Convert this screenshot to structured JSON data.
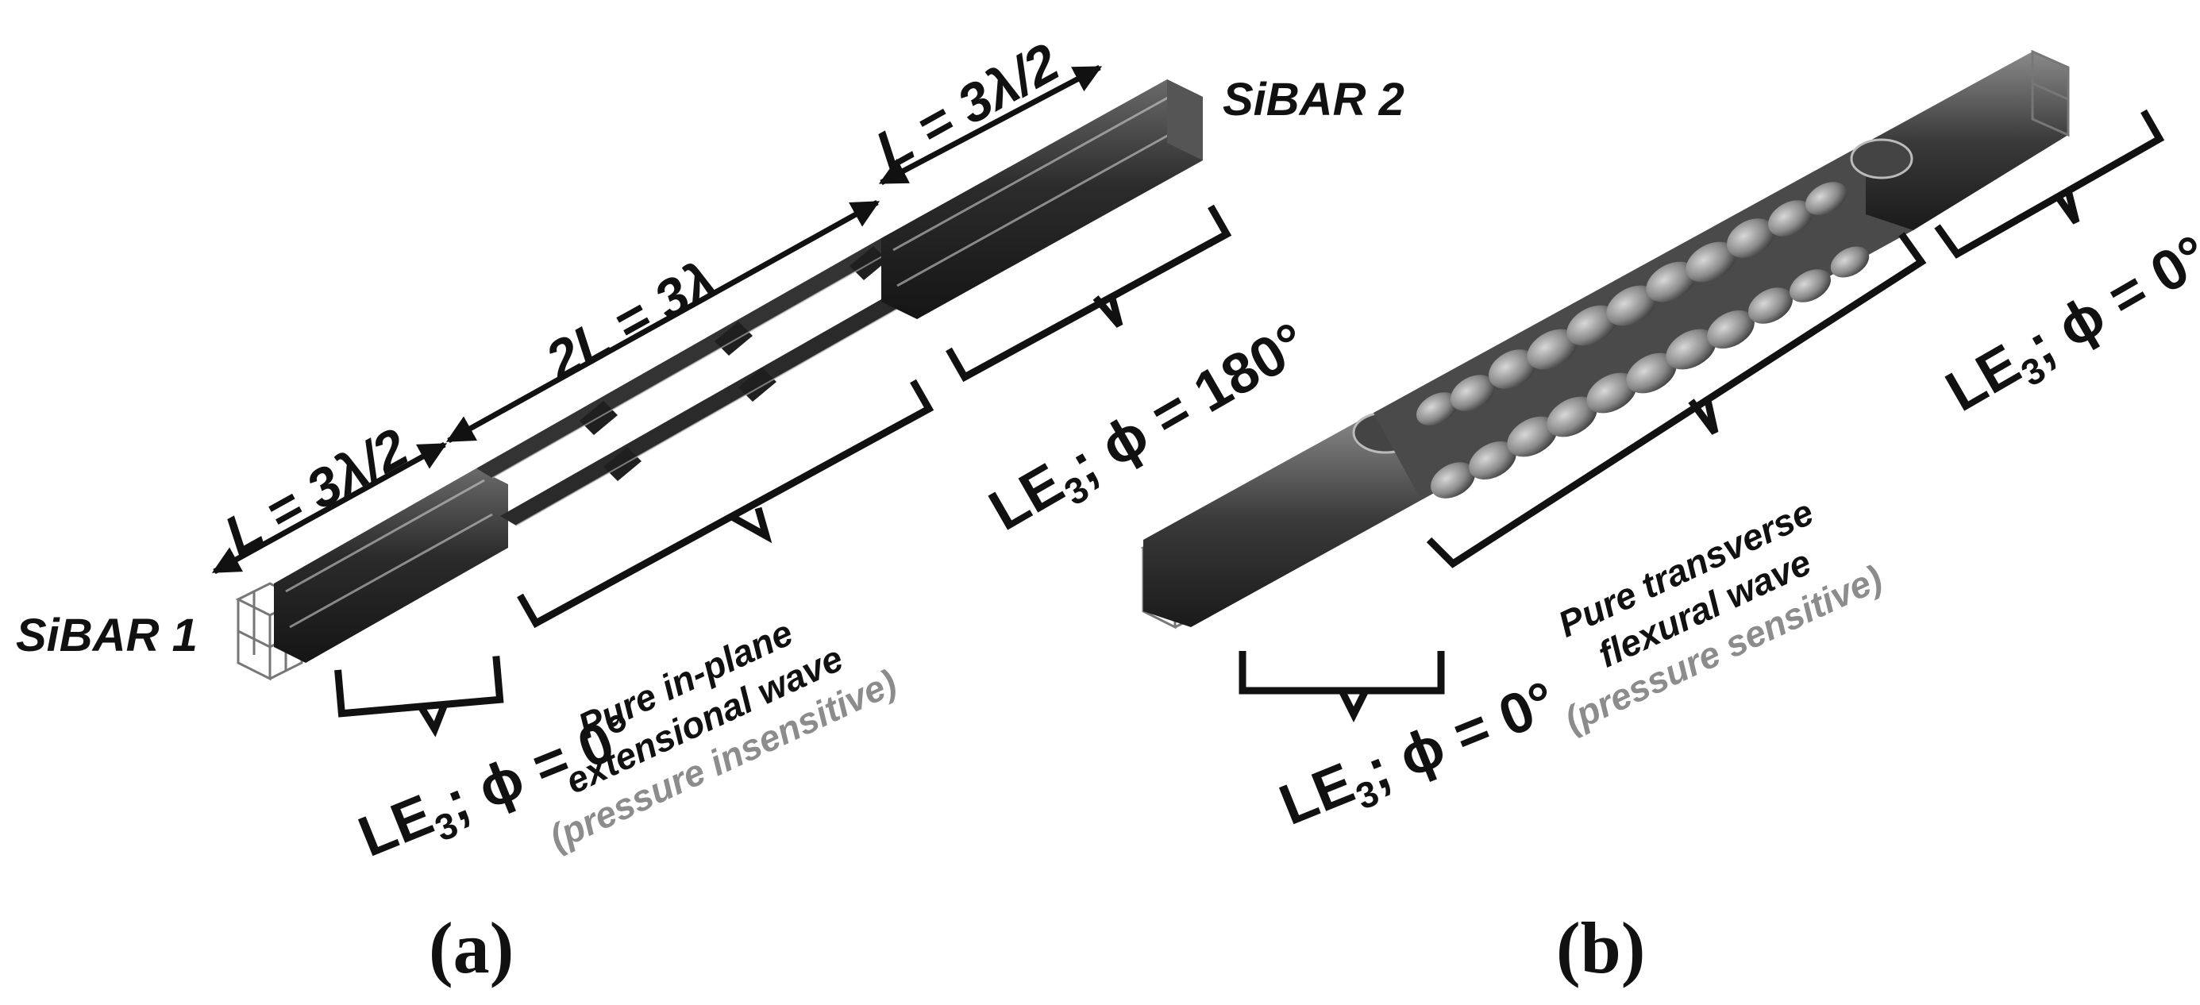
{
  "panel_a": {
    "label": "(a)",
    "sibar1": "SiBAR 1",
    "sibar2": "SiBAR 2",
    "dim_left": "L = 3λ/2",
    "dim_mid": "2L = 3λ",
    "dim_right": "L = 3λ/2",
    "mode_left": {
      "main": "LE",
      "sub": "3",
      "rest": "; ϕ = 0°"
    },
    "mode_right": {
      "main": "LE",
      "sub": "3",
      "rest": "; ϕ = 180°"
    },
    "wave_line1": "Pure in-plane",
    "wave_line2": "extensional wave",
    "wave_line3": "(pressure insensitive)"
  },
  "panel_b": {
    "label": "(b)",
    "mode_left": {
      "main": "LE",
      "sub": "3",
      "rest": "; ϕ = 0°"
    },
    "mode_right": {
      "main": "LE",
      "sub": "3",
      "rest": "; ϕ = 0°"
    },
    "wave_line1": "Pure transverse",
    "wave_line2": "flexural wave",
    "wave_line3": "(pressure sensitive)"
  },
  "colors": {
    "ink": "#111111",
    "gray_text": "#8c8c8c",
    "bar_dark": "#2a2a2a",
    "bar_mid": "#5a5a5a",
    "bar_light": "#a8a8a8"
  }
}
